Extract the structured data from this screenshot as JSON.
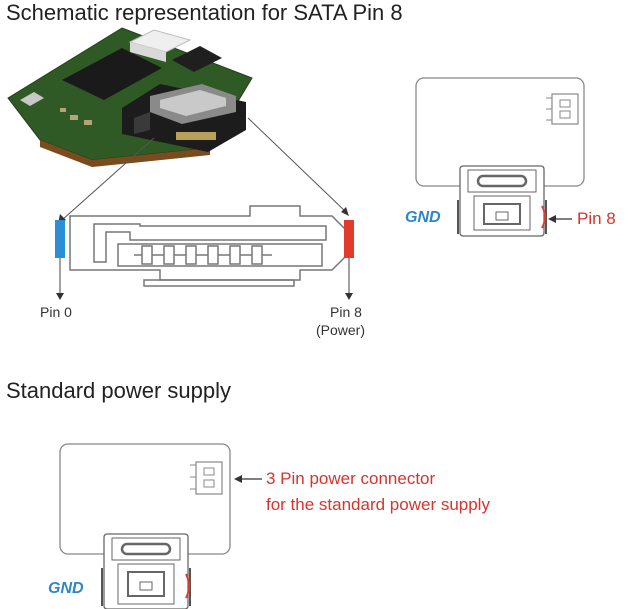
{
  "headings": {
    "schematic": "Schematic representation for SATA Pin 8",
    "standard": "Standard power supply"
  },
  "labels": {
    "pin0": "Pin 0",
    "pin8": "Pin 8",
    "pin8_note": "(Power)",
    "gnd_top": "GND",
    "pin8_callout": "Pin 8",
    "gnd_bottom": "GND",
    "connector_line1": "3 Pin power connector",
    "connector_line2": "for the standard power supply"
  },
  "colors": {
    "pin0": "#2b8fd6",
    "pin8": "#e03b2d",
    "callout": "#d6342c",
    "gnd": "#2f86c5"
  }
}
